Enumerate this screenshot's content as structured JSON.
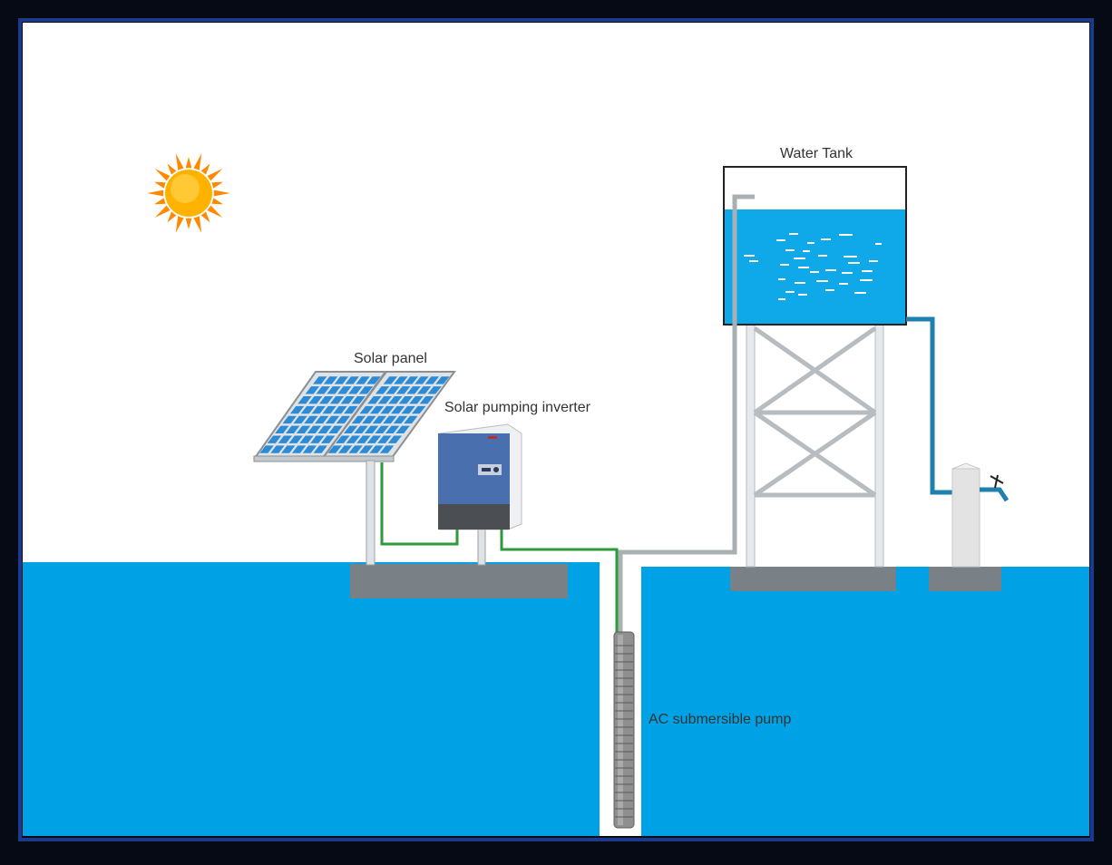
{
  "labels": {
    "solar_panel": "Solar panel",
    "inverter": "Solar pumping inverter",
    "water_tank": "Water Tank",
    "pump": "AC submersible pump"
  },
  "colors": {
    "frame": "#050a14",
    "sky": "#ffffff",
    "ground": "#00a2e6",
    "water": "#0fa8e8",
    "foundation": "#798186",
    "cable": "#2e9a3a",
    "pipe": "#a9b0b4",
    "outlet_pipe": "#1f7fae",
    "inverter_body": "#4a6fae",
    "inverter_base": "#4b4e53",
    "sun": "#ffb200",
    "sun_rays": "#ff8a00",
    "panel_cell": "#2d8bd6"
  },
  "icons": {
    "sun": "sun-icon",
    "solar_panel": "solar-panel-icon",
    "inverter": "inverter-icon",
    "tank": "water-tank-icon",
    "pump": "submersible-pump-icon",
    "faucet": "faucet-icon"
  }
}
